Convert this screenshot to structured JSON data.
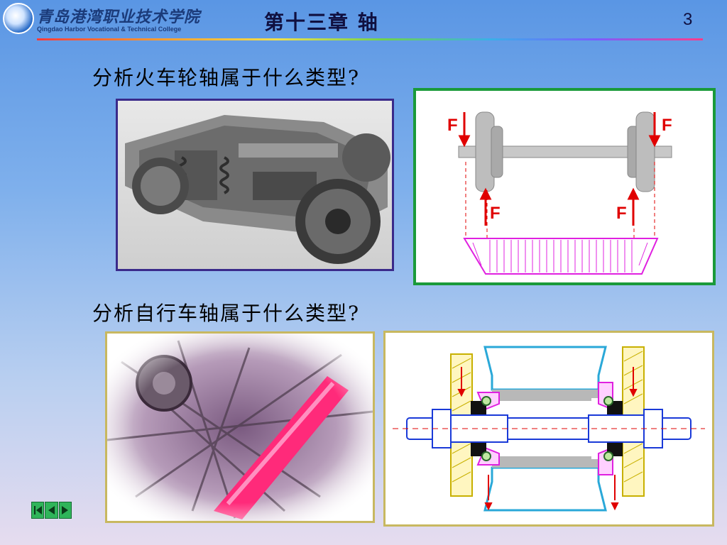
{
  "header": {
    "school_name_cn": "青岛港湾职业技术学院",
    "school_name_en": "Qingdao Harbor Vocational & Technical College",
    "chapter_title": "第十三章  轴",
    "page_number": "3"
  },
  "content": {
    "question_train": "分析火车轮轴属于什么类型?",
    "question_bicycle": "分析自行车轴属于什么类型?",
    "wheelset_diagram": {
      "force_label": "F"
    }
  },
  "nav": {
    "icons": [
      "first-slide-icon",
      "prev-slide-icon",
      "next-slide-icon"
    ]
  },
  "colors": {
    "header_line_start": "#ff3b3b",
    "frame_green": "#1a9a3a",
    "frame_purple": "#3a2a8a",
    "frame_olive": "#c8b860",
    "force_red": "#e00000",
    "diagram_blue": "#1a3ad8",
    "diagram_magenta": "#e020e0"
  }
}
